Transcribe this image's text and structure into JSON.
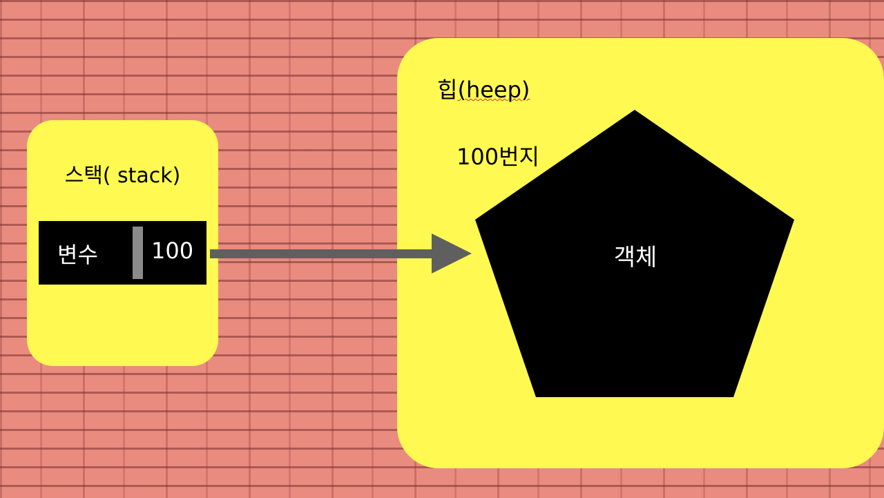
{
  "stack": {
    "title": "스택( stack)",
    "variable": {
      "name": "변수",
      "value": "100"
    }
  },
  "heap": {
    "title_prefix": "힙",
    "title_word": "(heep)",
    "address": "100번지",
    "object": {
      "label": "객체",
      "shape": "pentagon"
    }
  },
  "colors": {
    "panel": "#fff952",
    "object": "#000000",
    "arrow": "#5f5f5f",
    "divider": "#8a8a8a",
    "wall": "#ea8b80"
  }
}
